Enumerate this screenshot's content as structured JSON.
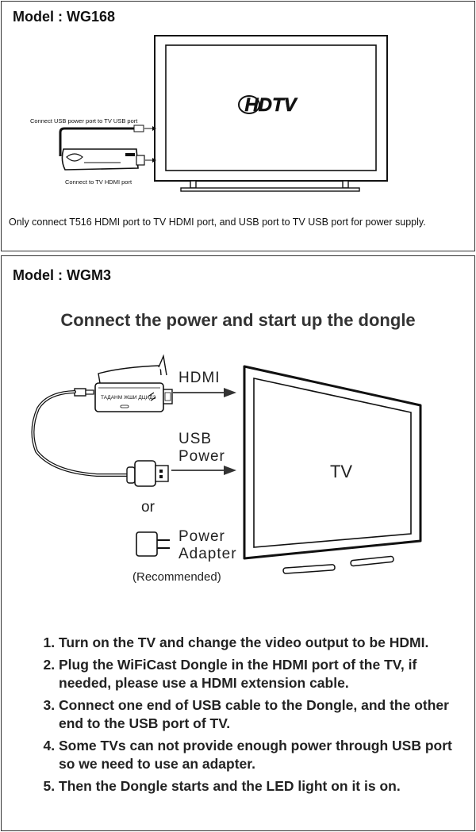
{
  "panel1": {
    "model": "Model : WG168",
    "tv_logo": "HDTV",
    "label_usb": "Connect USB power port to TV USB port",
    "label_hdmi": "Connect to TV HDMI port",
    "note": "Only connect T516 HDMI port to TV HDMI port, and USB port to TV USB port for power supply."
  },
  "panel2": {
    "model": "Model : WGM3",
    "title": "Connect the power and start up the dongle",
    "label_hdmi": "HDMI",
    "label_usb_1": "USB",
    "label_usb_2": "Power",
    "label_or": "or",
    "label_adapter_1": "Power",
    "label_adapter_2": "Adapter",
    "label_recommended": "(Recommended)",
    "label_tv": "TV",
    "steps": [
      "Turn on the TV and change the video output to be HDMI.",
      "Plug the WiFiCast Dongle in the HDMI port of the TV, if needed, please use a HDMI extension cable.",
      "Connect one end of USB cable to the Dongle, and the other end to the USB port of TV.",
      "Some TVs can not provide enough power through USB port so we need to use an adapter.",
      "Then the Dongle starts and the LED light on it is on."
    ]
  }
}
